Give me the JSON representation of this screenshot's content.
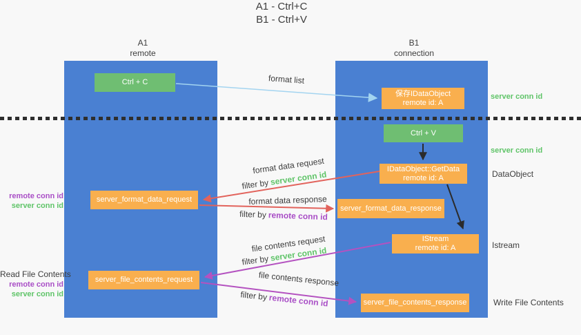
{
  "title": {
    "line1": "A1 - Ctrl+C",
    "line2": "B1 - Ctrl+V"
  },
  "columns": {
    "left": {
      "name": "A1",
      "role": "remote"
    },
    "right": {
      "name": "B1",
      "role": "connection"
    }
  },
  "nodes": {
    "ctrl_c": {
      "label": "Ctrl + C"
    },
    "save_dataobject": {
      "line1": "保存IDataObject",
      "line2": "remote id: A"
    },
    "ctrl_v": {
      "label": "Ctrl + V"
    },
    "getdata": {
      "line1": "IDataObject::GetData",
      "line2": "remote id: A"
    },
    "format_request": {
      "label": "server_format_data_request"
    },
    "format_response": {
      "label": "server_format_data_response"
    },
    "istream": {
      "line1": "IStream",
      "line2": "remote id: A"
    },
    "file_request": {
      "label": "server_file_contents_request"
    },
    "file_response": {
      "label": "server_file_contents_response"
    }
  },
  "flows": {
    "format_list": {
      "label": "format list"
    },
    "format_request": {
      "label": "format data request",
      "filter_prefix": "filter by",
      "filter_key": "server conn id"
    },
    "format_response": {
      "label": "format data response",
      "filter_prefix": "filter by",
      "filter_key": "remote conn id"
    },
    "file_request": {
      "label": "file contents request",
      "filter_prefix": "filter by",
      "filter_key": "server conn id"
    },
    "file_response": {
      "label": "file contents response",
      "filter_prefix": "filter by",
      "filter_key": "remote conn id"
    }
  },
  "side_labels": {
    "right_server_conn_id_1": "server conn id",
    "right_server_conn_id_2": "server conn id",
    "dataobject": "DataObject",
    "istream": "Istream",
    "write_file_contents": "Write File Contents",
    "left_remote_conn_id_1": "remote conn id",
    "left_server_conn_id_1": "server conn id",
    "read_file_contents": "Read File Contents",
    "left_remote_conn_id_2": "remote conn id",
    "left_server_conn_id_2": "server conn id"
  },
  "colors": {
    "column_blue": "#4a80d2",
    "node_green": "#6fbe72",
    "node_orange": "#f9af4e",
    "arrow_light_blue": "#a3d4f0",
    "arrow_red": "#e2635c",
    "arrow_purple": "#b452c0",
    "arrow_black": "#2b2b2b",
    "keyword_green": "#5fc468",
    "keyword_purple": "#a94ec6",
    "background": "#f8f8f8"
  }
}
